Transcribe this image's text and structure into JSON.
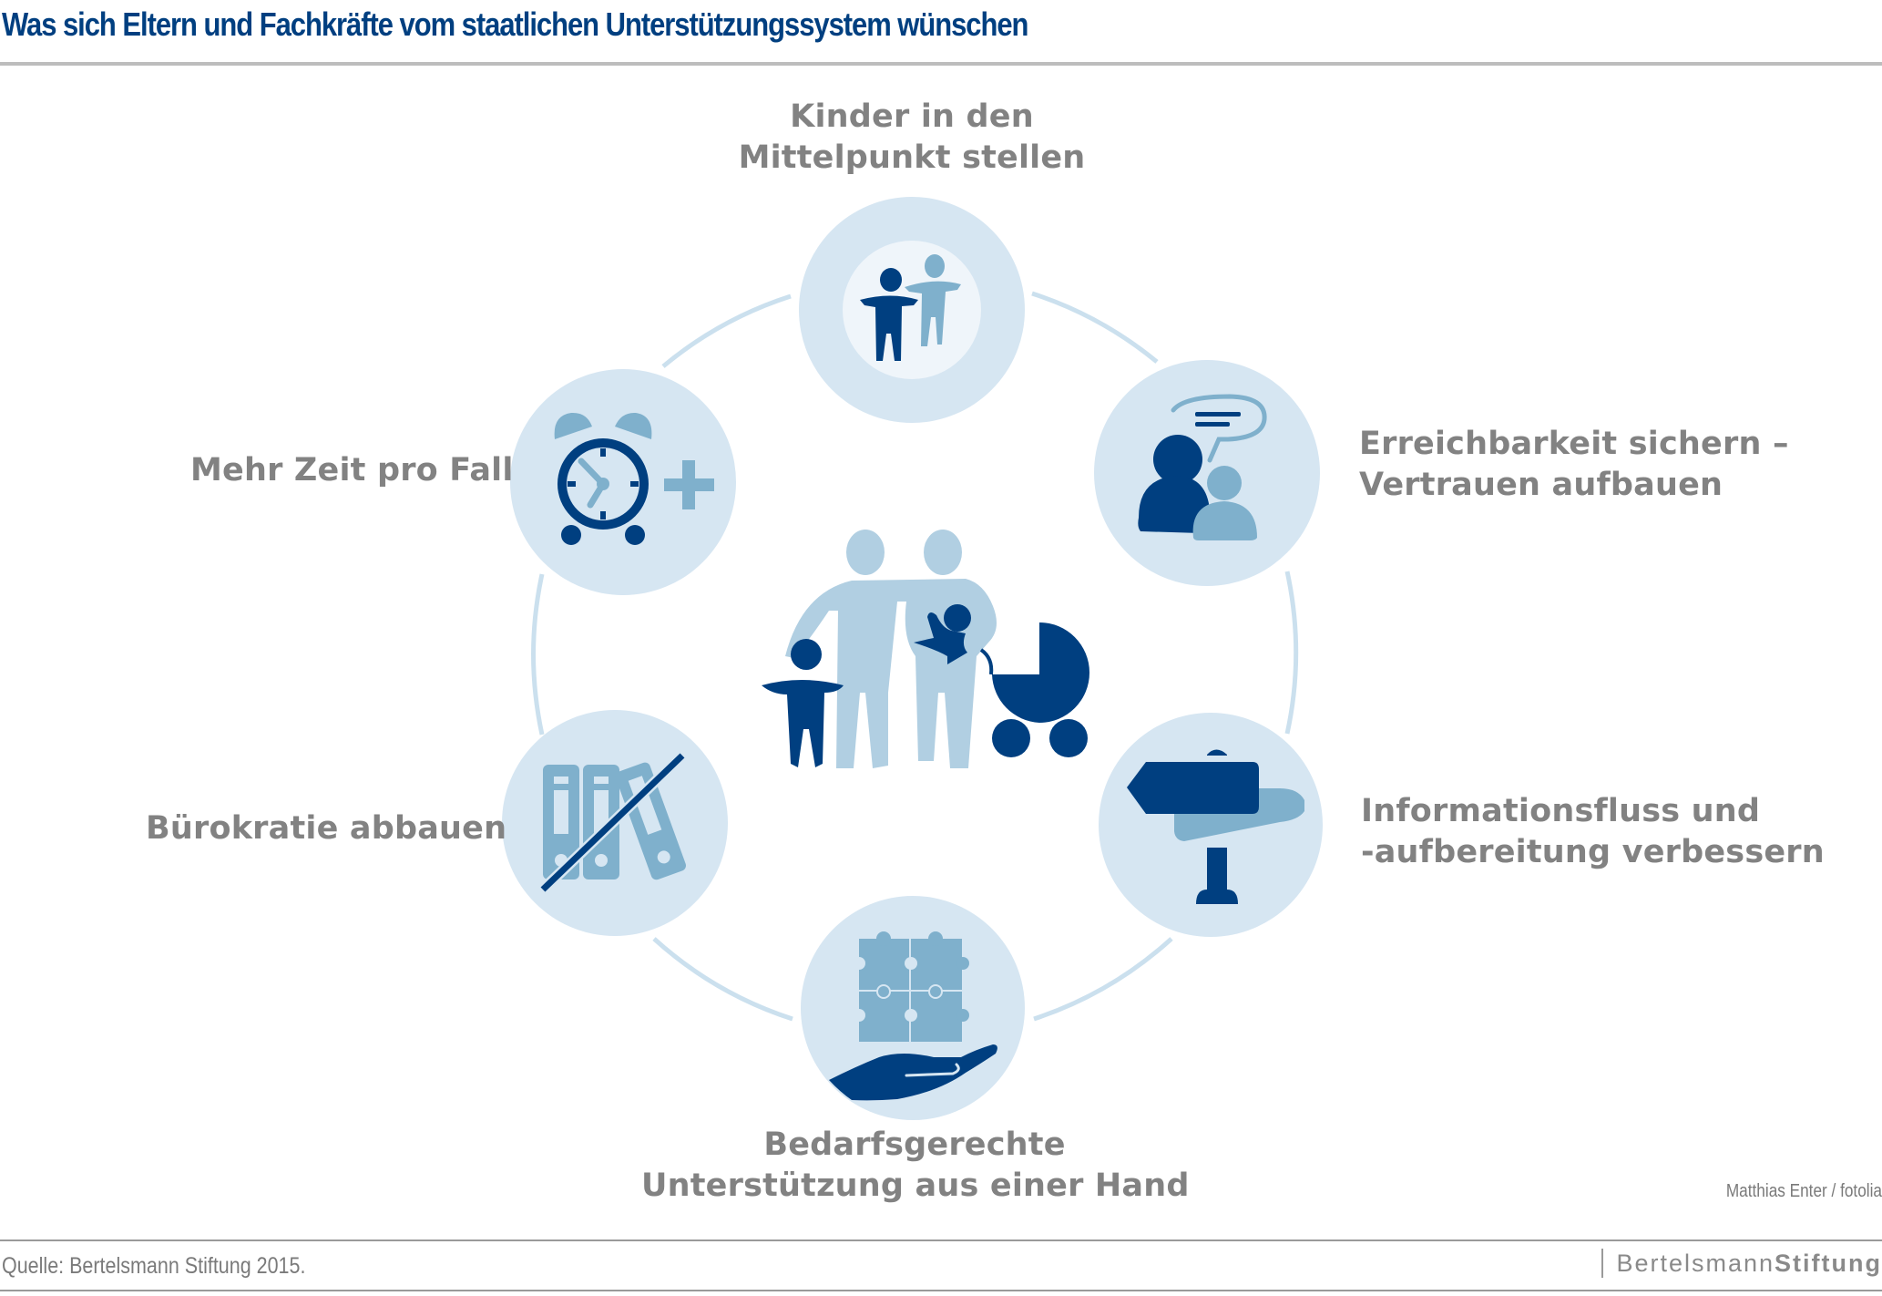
{
  "header": {
    "title": "Was sich Eltern und Fachkräfte vom staatlichen Unterstützungssystem wünschen"
  },
  "diagram": {
    "center_icon": "family-with-stroller-icon",
    "colors": {
      "dark_blue": "#003f80",
      "mid_blue": "#7fb0cc",
      "light_blue": "#b1cfe2",
      "circle_fill": "#d6e6f2",
      "inner_circle_fill": "#eff5fa",
      "ring": "#cbe0ee",
      "label_gray": "#828282",
      "title_blue": "#003f80"
    },
    "nodes": [
      {
        "id": "kinder",
        "icon": "children-icon",
        "lines": [
          "Kinder in den",
          "Mittelpunkt stellen"
        ]
      },
      {
        "id": "erreichbarkeit",
        "icon": "conversation-people-icon",
        "lines": [
          "Erreichbarkeit sichern –",
          "Vertrauen aufbauen"
        ]
      },
      {
        "id": "information",
        "icon": "signpost-icon",
        "lines": [
          "Informationsfluss und",
          "-aufbereitung verbessern"
        ]
      },
      {
        "id": "unterstuetzung",
        "icon": "puzzle-in-hand-icon",
        "lines": [
          "Bedarfsgerechte",
          "Unterstützung aus einer Hand"
        ]
      },
      {
        "id": "buerokratie",
        "icon": "crossed-out-binders-icon",
        "lines": [
          "Bürokratie abbauen"
        ]
      },
      {
        "id": "zeit",
        "icon": "alarm-clock-plus-icon",
        "lines": [
          "Mehr Zeit pro Fall"
        ]
      }
    ]
  },
  "footer": {
    "photo_credit": "Matthias Enter / fotolia",
    "source": "Quelle: Bertelsmann Stiftung 2015.",
    "logo_regular": "Bertelsmann",
    "logo_bold": "Stiftung"
  }
}
